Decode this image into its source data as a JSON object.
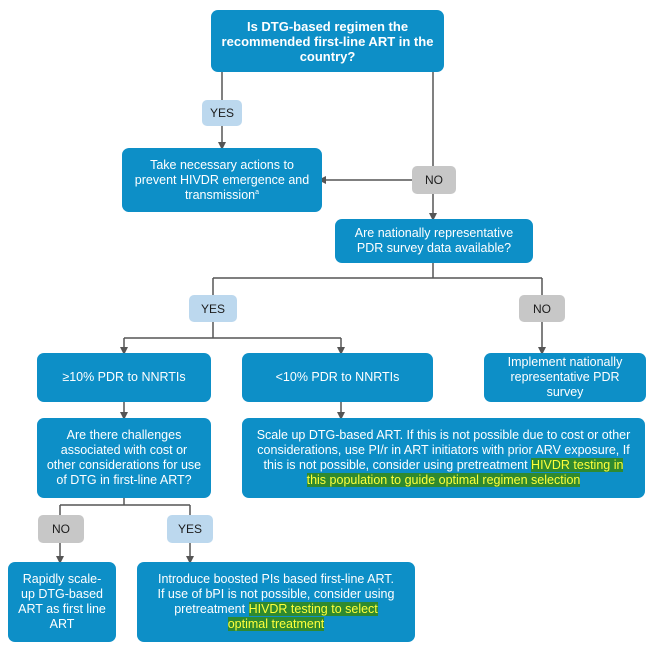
{
  "nodes": {
    "q_dtg": {
      "text": "Is DTG-based regimen the recommended first-line ART in the country?"
    },
    "take_actions": {
      "text": "Take necessary actions to prevent HIVDR emergence and transmission",
      "sup": "a"
    },
    "q_pdr": {
      "text": "Are nationally representative PDR survey data available?"
    },
    "pdr_high": {
      "text": "≥10% PDR to NNRTIs"
    },
    "pdr_low": {
      "text": "<10% PDR to NNRTIs"
    },
    "implement": {
      "text": "Implement nationally representative PDR survey"
    },
    "q_challenges": {
      "text": "Are there challenges associated with cost or other considerations for use of DTG in first-line ART?"
    },
    "scale_up": {
      "text": "Scale up DTG-based ART. If this is not possible due to cost or other considerations, use PI/r in ART initiators with prior ARV exposure, If this is not possible, consider using pretreatment ",
      "highlight": "HIVDR testing in this population to guide optimal regimen selection"
    },
    "rapid": {
      "text": "Rapidly scale-up DTG-based ART as first line ART"
    },
    "boosted": {
      "text": "Introduce boosted PIs based first-line ART. If use of bPI is not possible, consider using pretreatment ",
      "highlight": "HIVDR testing to select optimal treatment"
    }
  },
  "labels": {
    "yes_1": "YES",
    "no_1": "NO",
    "yes_2": "YES",
    "no_2": "NO",
    "no_3": "NO",
    "yes_3": "YES"
  },
  "colors": {
    "node_fill": "#0d8fc7",
    "yes_fill": "#bcd8ee",
    "no_fill": "#c7c7c7",
    "connector": "#555555",
    "highlight_bg": "#2f8a2f",
    "highlight_text": "#ffff3a"
  }
}
